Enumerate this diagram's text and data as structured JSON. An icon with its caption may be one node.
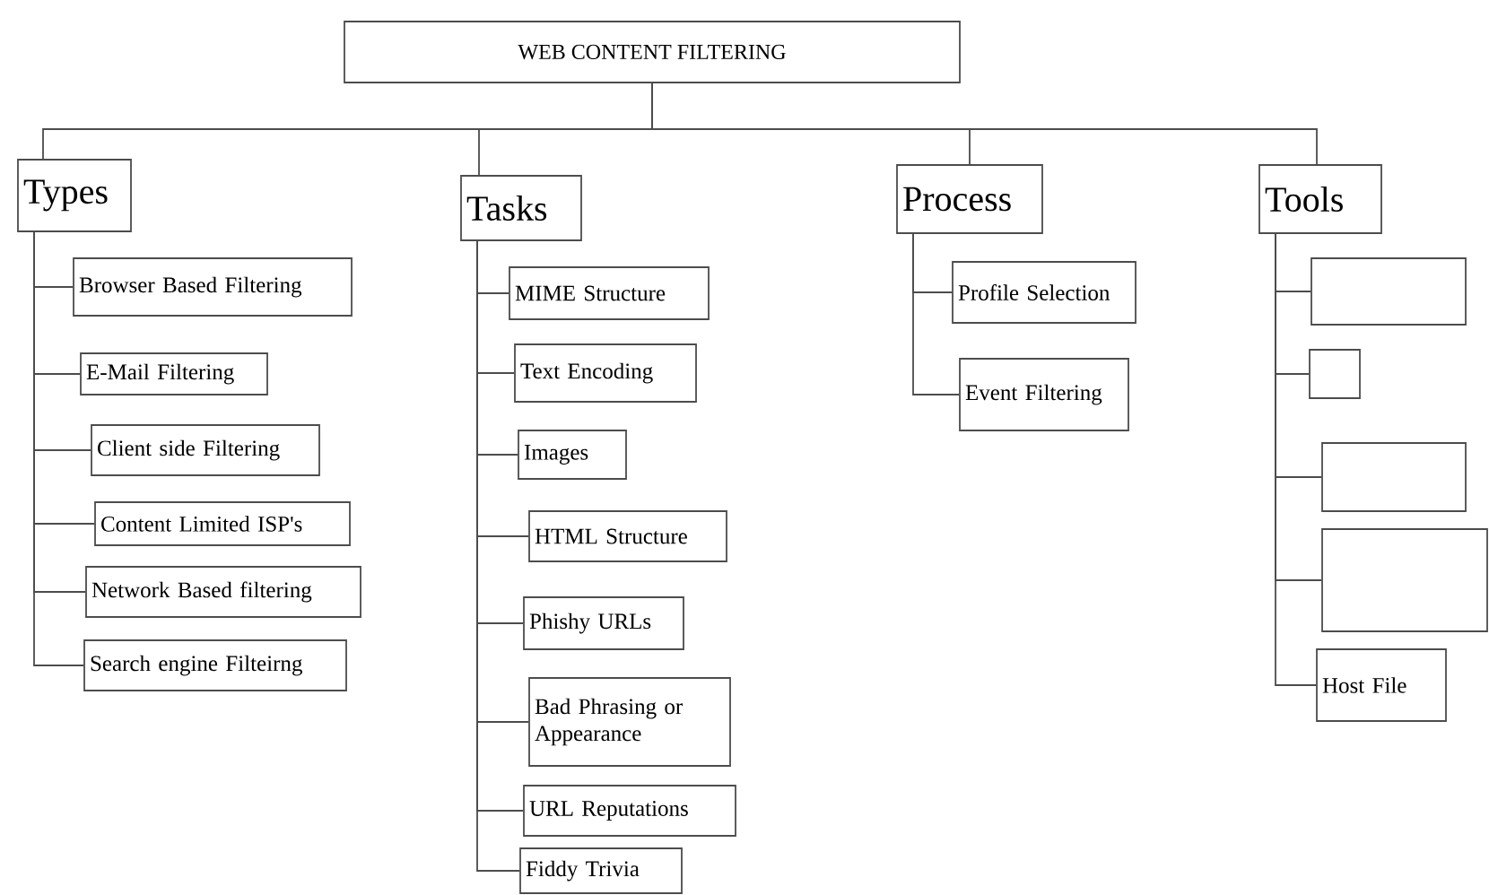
{
  "diagram": {
    "title": "WEB CONTENT FILTERING",
    "nodes": [
      {
        "text": [
          "Types"
        ]
      },
      {
        "text": [
          "Tasks"
        ]
      },
      {
        "text": [
          "Process"
        ]
      },
      {
        "text": [
          "Tools"
        ]
      },
      {
        "text": [
          "Browser Based Filtering"
        ]
      },
      {
        "text": [
          "E-Mail Filtering"
        ]
      },
      {
        "text": [
          "Client side Filtering"
        ]
      },
      {
        "text": [
          "Content Limited ISP's"
        ]
      },
      {
        "text": [
          "Network Based filtering"
        ]
      },
      {
        "text": [
          "Search engine Filteirng"
        ]
      },
      {
        "text": [
          "MIME Structure"
        ]
      },
      {
        "text": [
          "Text Encoding"
        ]
      },
      {
        "text": [
          "Images"
        ]
      },
      {
        "text": [
          "HTML Structure"
        ]
      },
      {
        "text": [
          "Phishy URLs"
        ]
      },
      {
        "text": [
          "Bad Phrasing or Appearance"
        ]
      },
      {
        "text": [
          "URL Reputations"
        ]
      },
      {
        "text": [
          "Fiddy Trivia"
        ]
      },
      {
        "text": [
          "Profile Selection"
        ]
      },
      {
        "text": [
          "Event Filtering"
        ]
      },
      {
        "text": [],
        "shape": "box"
      },
      {
        "text": [],
        "shape": "box"
      },
      {
        "text": [],
        "shape": "box"
      },
      {
        "text": [],
        "shape": "box"
      },
      {
        "text": [
          "Host File"
        ]
      }
    ],
    "edges": [
      {
        "from": null,
        "to": 0,
        "arrow": "none"
      },
      {
        "from": null,
        "to": 1,
        "arrow": "none"
      },
      {
        "from": null,
        "to": 2,
        "arrow": "none"
      },
      {
        "from": null,
        "to": 3,
        "arrow": "none"
      },
      {
        "from": 0,
        "to": 4,
        "arrow": "none"
      },
      {
        "from": 0,
        "to": 5,
        "arrow": "none"
      },
      {
        "from": 0,
        "to": 6,
        "arrow": "none"
      },
      {
        "from": 0,
        "to": 7,
        "arrow": "none"
      },
      {
        "from": 0,
        "to": 8,
        "arrow": "none"
      },
      {
        "from": 0,
        "to": 9,
        "arrow": "none"
      },
      {
        "from": 1,
        "to": 10,
        "arrow": "none"
      },
      {
        "from": 1,
        "to": 11,
        "arrow": "none"
      },
      {
        "from": 1,
        "to": 12,
        "arrow": "none"
      },
      {
        "from": 1,
        "to": 13,
        "arrow": "none"
      },
      {
        "from": 1,
        "to": 14,
        "arrow": "none"
      },
      {
        "from": 1,
        "to": 15,
        "arrow": "none"
      },
      {
        "from": 1,
        "to": 16,
        "arrow": "none"
      },
      {
        "from": 1,
        "to": 17,
        "arrow": "none"
      },
      {
        "from": 2,
        "to": 18,
        "arrow": "none"
      },
      {
        "from": 2,
        "to": 19,
        "arrow": "none"
      },
      {
        "from": 3,
        "to": 20,
        "arrow": "none"
      },
      {
        "from": 3,
        "to": 21,
        "arrow": "none"
      },
      {
        "from": 3,
        "to": 22,
        "arrow": "none"
      },
      {
        "from": 3,
        "to": 23,
        "arrow": "none"
      },
      {
        "from": 3,
        "to": 24,
        "arrow": "none"
      }
    ]
  }
}
